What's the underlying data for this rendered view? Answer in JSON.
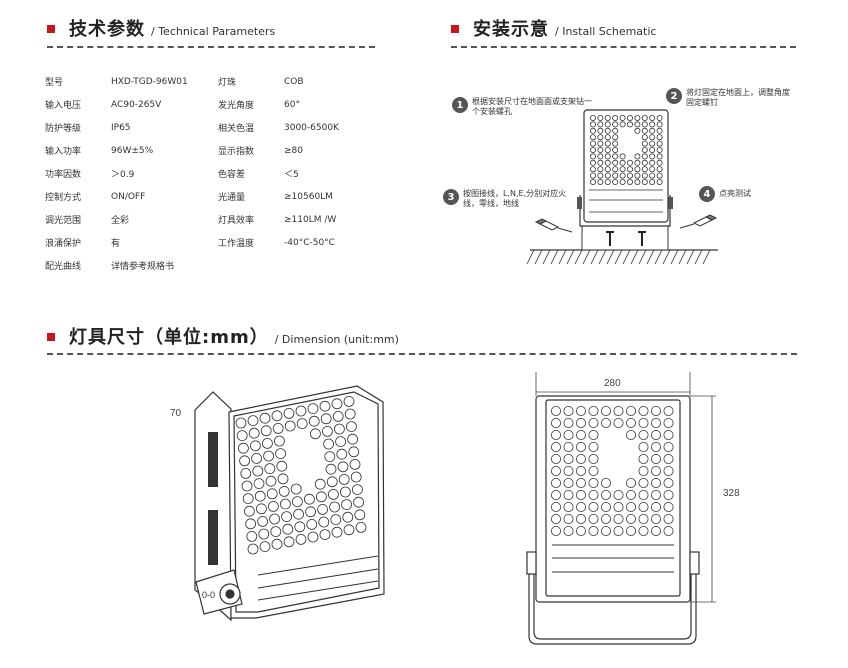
{
  "sections": {
    "tech": {
      "cn": "技术参数",
      "en": "/ Technical Parameters"
    },
    "install": {
      "cn": "安装示意",
      "en": "/ Install Schematic"
    },
    "dimension": {
      "cn": "灯具尺寸（单位:mm）",
      "en": "/ Dimension (unit:mm)"
    }
  },
  "params": [
    {
      "k1": "型号",
      "v1": "HXD-TGD-96W01",
      "k2": "灯珠",
      "v2": "COB"
    },
    {
      "k1": "输入电压",
      "v1": "AC90-265V",
      "k2": "发光角度",
      "v2": "60°"
    },
    {
      "k1": "防护等级",
      "v1": "IP65",
      "k2": "相关色温",
      "v2": "3000-6500K"
    },
    {
      "k1": "输入功率",
      "v1": "96W±5%",
      "k2": "显示指数",
      "v2": "≥80"
    },
    {
      "k1": "功率因数",
      "v1": "＞0.9",
      "k2": "色容差",
      "v2": "＜5"
    },
    {
      "k1": "控制方式",
      "v1": "ON/OFF",
      "k2": "光通量",
      "v2": "≥10560LM"
    },
    {
      "k1": "调光范围",
      "v1": "全彩",
      "k2": "灯具效率",
      "v2": "≥110LM /W"
    },
    {
      "k1": "浪涌保护",
      "v1": "有",
      "k2": "工作温度",
      "v2": "-40°C-50°C"
    },
    {
      "k1": "配光曲线",
      "v1": "详情参考规格书",
      "k2": "",
      "v2": ""
    }
  ],
  "steps": [
    {
      "num": "1",
      "text": "根据安装尺寸在地面面或支架钻一个安装螺孔"
    },
    {
      "num": "2",
      "text": "将灯固定在地面上，调整角度固定螺钉"
    },
    {
      "num": "3",
      "text": "按图接线，L,N,E,分别对应火线，零线，地线"
    },
    {
      "num": "4",
      "text": "点亮测试"
    }
  ],
  "dimensions": {
    "depth": "70",
    "width": "280",
    "height": "328"
  }
}
